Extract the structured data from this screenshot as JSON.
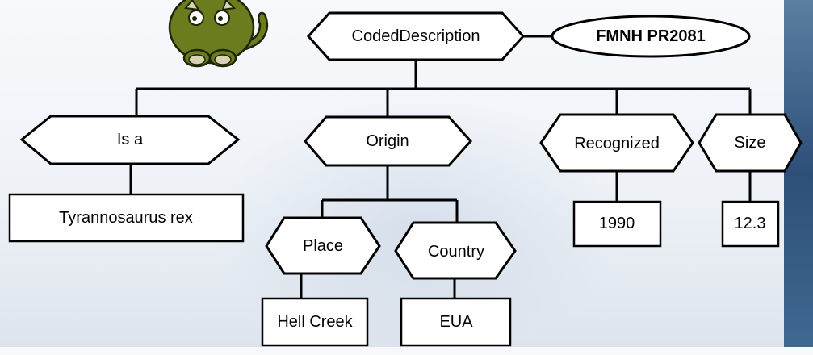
{
  "diagram": {
    "root": {
      "label": "CodedDescription"
    },
    "identifier": {
      "label": "FMNH PR2081"
    },
    "branches": {
      "is_a": {
        "label": "Is a",
        "value": "Tyrannosaurus rex"
      },
      "origin": {
        "label": "Origin",
        "place": {
          "label": "Place",
          "value": "Hell Creek"
        },
        "country": {
          "label": "Country",
          "value": "EUA"
        }
      },
      "recognized": {
        "label": "Recognized",
        "value": "1990"
      },
      "size": {
        "label": "Size",
        "value": "12.3"
      }
    }
  },
  "mascot": {
    "icon": "dinosaur-mascot-icon",
    "color": "#6b7c1e"
  }
}
